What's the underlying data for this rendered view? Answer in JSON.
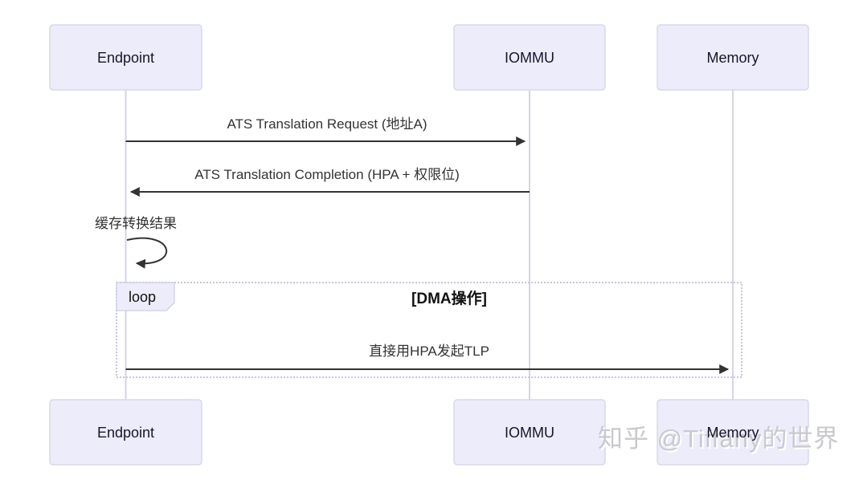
{
  "diagram": {
    "type": "sequence",
    "actors": [
      {
        "label": "Endpoint"
      },
      {
        "label": "IOMMU"
      },
      {
        "label": "Memory"
      }
    ],
    "messages": [
      {
        "from": "Endpoint",
        "to": "IOMMU",
        "label": "ATS Translation Request (地址A)",
        "arrow": "solid-right"
      },
      {
        "from": "IOMMU",
        "to": "Endpoint",
        "label": "ATS Translation Completion (HPA + 权限位)",
        "arrow": "solid-left"
      },
      {
        "from": "Endpoint",
        "to": "Endpoint",
        "label": "缓存转换结果",
        "arrow": "self-loop"
      },
      {
        "from": "Endpoint",
        "to": "Memory",
        "label": "直接用HPA发起TLP",
        "arrow": "solid-right",
        "inside_loop": true
      }
    ],
    "loop_frame": {
      "title": "loop",
      "condition": "[DMA操作]"
    },
    "colors": {
      "actor_fill": "#ececfb",
      "actor_border": "#d8d8ea",
      "lifeline": "#d5d5e3",
      "message_line": "#333333",
      "message_text": "#333333",
      "frame_border": "#c6c6e2",
      "frame_label_fill": "#ececfb"
    }
  },
  "watermark": {
    "text": "知乎 @Tiffany的世界",
    "color": "#c9c9ce"
  }
}
